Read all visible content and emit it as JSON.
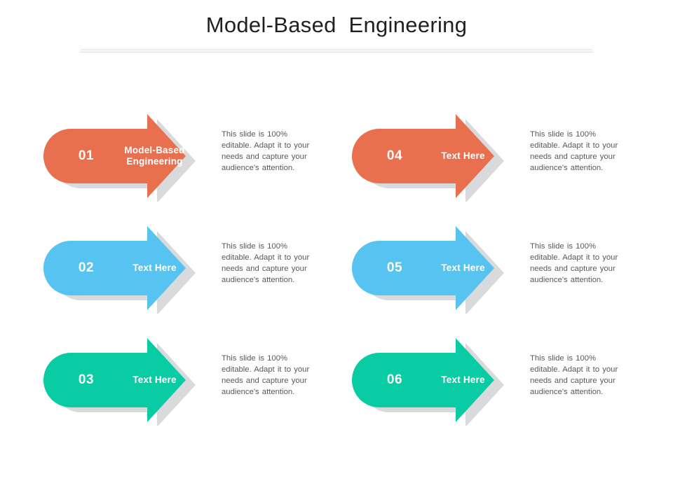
{
  "slide": {
    "title": "Model-Based  Engineering",
    "background": "#ffffff",
    "divider": {
      "name": "title-divider",
      "color": "#e3e3e3"
    }
  },
  "palette": {
    "orange": "#e8704f",
    "blue": "#56c3f0",
    "green": "#09cba4",
    "shadow": "#d9dadb",
    "label_text": "#ffffff",
    "body_text": "#58595b",
    "title_text": "#231f20"
  },
  "common": {
    "description": "This slide is 100% editable. Adapt it to your needs and capture your audience's attention.",
    "default_headline": "Text Here"
  },
  "items": [
    {
      "number": "01",
      "headline": "Model-Based Engineering",
      "description": "This slide is 100% editable. Adapt it to your needs and capture your audience's attention.",
      "color": "#e8704f",
      "column": "left",
      "row": 1
    },
    {
      "number": "02",
      "headline": "Text Here",
      "description": "This slide is 100% editable. Adapt it to your needs and capture your audience's attention.",
      "color": "#56c3f0",
      "column": "left",
      "row": 2
    },
    {
      "number": "03",
      "headline": "Text Here",
      "description": "This slide is 100% editable. Adapt it to your needs and capture your audience's attention.",
      "color": "#09cba4",
      "column": "left",
      "row": 3
    },
    {
      "number": "04",
      "headline": "Text Here",
      "description": "This slide is 100% editable. Adapt it to your needs and capture your audience's attention.",
      "color": "#e8704f",
      "column": "right",
      "row": 1
    },
    {
      "number": "05",
      "headline": "Text Here",
      "description": "This slide is 100% editable. Adapt it to your needs and capture your audience's attention.",
      "color": "#56c3f0",
      "column": "right",
      "row": 2
    },
    {
      "number": "06",
      "headline": "Text Here",
      "description": "This slide is 100% editable. Adapt it to your needs and capture your audience's attention.",
      "color": "#09cba4",
      "column": "right",
      "row": 3
    }
  ]
}
